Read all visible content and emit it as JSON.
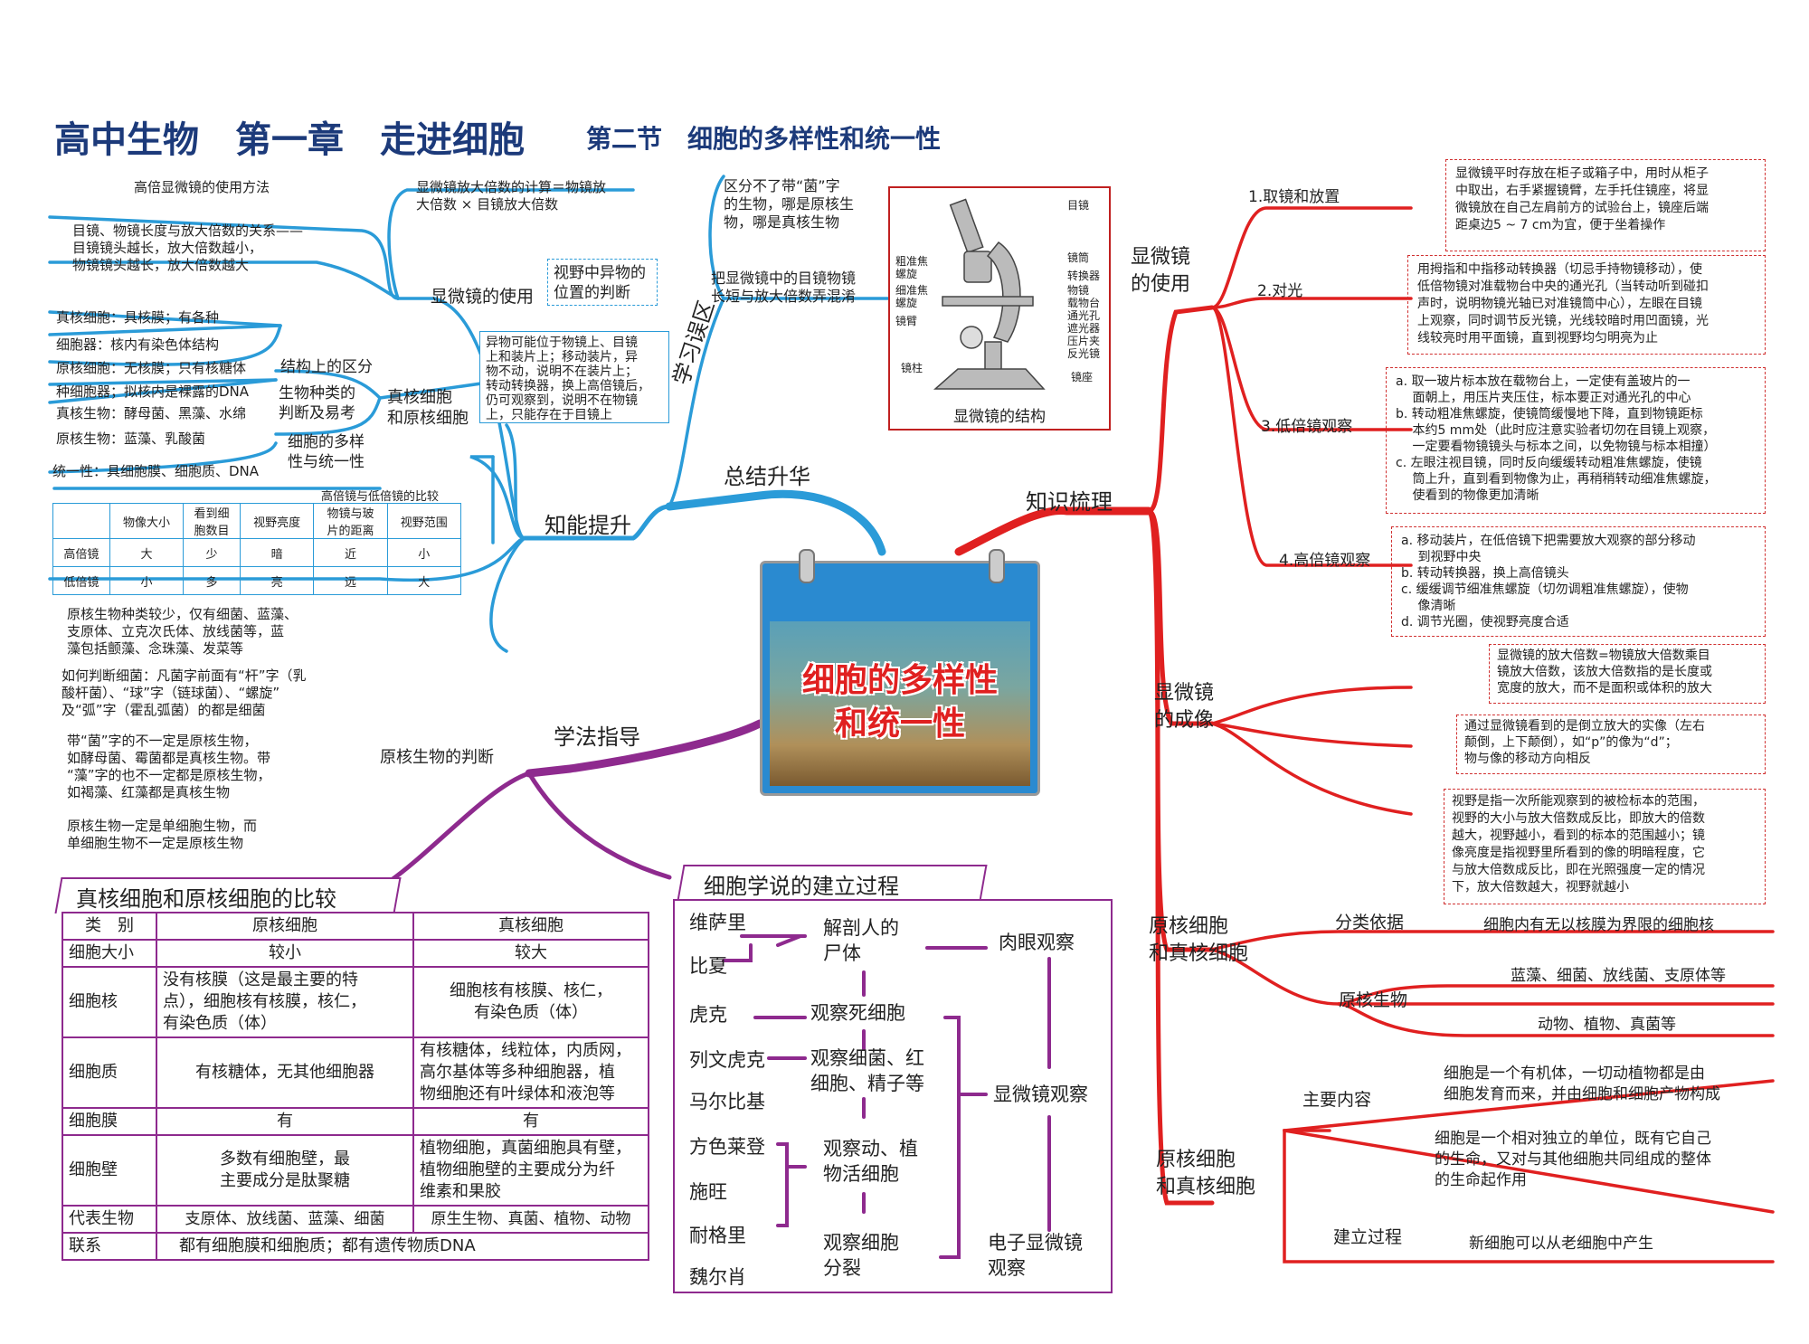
{
  "title": {
    "main": "高中生物　第一章　走进细胞",
    "sub": "第二节　细胞的多样性和统一性"
  },
  "center": {
    "line1": "细胞的多样性",
    "line2": "和统一性"
  },
  "colors": {
    "blue": "#2a9bd8",
    "red": "#e02020",
    "purple": "#8e2a8e",
    "title": "#1c3a7a"
  },
  "branches": {
    "zhineng": "知能提升",
    "zongjie": "总结升华",
    "zhishi": "知识梳理",
    "xuefa": "学法指导",
    "wuqu": "学习误区"
  },
  "zhineng": {
    "usage_method": "高倍显微镜的使用方法",
    "calc": "显微镜放大倍数的计算＝物镜放\n大倍数 × 目镜放大倍数",
    "relation": "目镜、物镜长度与放大倍数的关系——\n目镜镜头越长，放大倍数越小，\n物镜镜头越长，放大倍数越大",
    "scope_use": "显微镜的使用",
    "foreign_label": "视野中异物的\n位置的判断",
    "foreign_text": "异物可能位于物镜上、目镜\n上和装片上；移动装片，异\n物不动，说明不在装片上；\n转动转换器，换上高倍镜后，\n仍可观察到，说明不在物镜\n上，只能存在于目镜上",
    "items": [
      "真核细胞：具核膜；有各种",
      "细胞器：核内有染色体结构",
      "原核细胞：无核膜；只有核糖体",
      "种细胞器；拟核内是裸露的DNA",
      "真核生物：酵母菌、黑藻、水绵",
      "原核生物：蓝藻、乳酸菌",
      "统一性：具细胞膜、细胞质、DNA"
    ],
    "struct_diff": "结构上的区分",
    "species_diff": "生物种类的\n判断及易考",
    "diversity": "细胞的多样\n性与统一性",
    "euk_pro": "真核细胞\n和原核细胞",
    "table_title": "高倍镜与低倍镜的比较",
    "table_header": [
      "",
      "物像大小",
      "看到细\n胞数目",
      "视野亮度",
      "物镜与玻\n片的距离",
      "视野范围"
    ],
    "table_rows": [
      [
        "高倍镜",
        "大",
        "少",
        "暗",
        "近",
        "小"
      ],
      [
        "低倍镜",
        "小",
        "多",
        "亮",
        "远",
        "大"
      ]
    ]
  },
  "xuefa": {
    "t1": "原核生物种类较少，仅有细菌、蓝藻、\n支原体、立克次氏体、放线菌等，蓝\n藻包括颤藻、念珠藻、发菜等",
    "t2": "如何判断细菌：凡菌字前面有“杆”字（乳\n酸杆菌）、“球”字（链球菌）、“螺旋”\n及“弧”字（霍乱弧菌）的都是细菌",
    "t3": "带“菌”字的不一定是原核生物，\n如酵母菌、霉菌都是真核生物。带\n“藻”字的也不一定都是原核生物，\n如褐藻、红藻都是真核生物",
    "t4": "原核生物一定是单细胞生物，而\n单细胞生物不一定是原核生物",
    "judge": "原核生物的判断"
  },
  "wuqu": {
    "t1": "区分不了带“菌”字\n的生物，哪是原核生\n物，哪是真核生物",
    "t2": "把显微镜中的目镜物镜\n长短与放大倍数弄混淆"
  },
  "microscope": {
    "caption": "显微镜的结构",
    "labels": [
      "目镜",
      "镜筒",
      "转换器",
      "物镜",
      "载物台",
      "通光孔",
      "遮光器",
      "压片夹",
      "反光镜",
      "镜座",
      "粗准焦\n螺旋",
      "细准焦\n螺旋",
      "镜臂",
      "镜柱"
    ]
  },
  "zhishi": {
    "scope_use": "显微镜\n的使用",
    "steps": [
      {
        "label": "1.取镜和放置",
        "text": "显微镜平时存放在柜子或箱子中，用时从柜子\n中取出，右手紧握镜臂，左手托住镜座，将显\n微镜放在自己左肩前方的试验台上，镜座后端\n距桌边5 ~ 7 cm为宜，便于坐着操作"
      },
      {
        "label": "2.对光",
        "text": "用拇指和中指移动转换器（切忌手持物镜移动），使\n低倍物镜对准载物台中央的通光孔（当转动听到碰扣\n声时，说明物镜光轴已对准镜筒中心），左眼在目镜\n上观察，同时调节反光镜，光线较暗时用凹面镜，光\n线较亮时用平面镜，直到视野均匀明亮为止"
      },
      {
        "label": "3.低倍镜观察",
        "text": "a. 取一玻片标本放在载物台上，一定使有盖玻片的一\n　 面朝上，用压片夹压住，标本要正对通光孔的中心\nb. 转动粗准焦螺旋，使镜筒缓慢地下降，直到物镜距标\n　 本约5 mm处（此时应注意实验者切勿在目镜上观察，\n　 一定要看物镜镜头与标本之间，以免物镜与标本相撞）\nc. 左眼注视目镜，同时反向缓缓转动粗准焦螺旋，使镜\n　 筒上升，直到看到物像为止，再稍稍转动细准焦螺旋，\n　 使看到的物像更加清晰"
      },
      {
        "label": "4.高倍镜观察",
        "text": "a. 移动装片，在低倍镜下把需要放大观察的部分移动\n　 到视野中央\nb. 转动转换器，换上高倍镜头\nc. 缓缓调节细准焦螺旋（切勿调粗准焦螺旋），使物\n　 像清晰\nd. 调节光圈，使视野亮度合适"
      }
    ],
    "imaging": "显微镜\n的成像",
    "img_texts": [
      "显微镜的放大倍数=物镜放大倍数乘目\n镜放大倍数，该放大倍数指的是长度或\n宽度的放大，而不是面积或体积的放大",
      "通过显微镜看到的是倒立放大的实像（左右\n颠倒，上下颠倒），如“p”的像为“d”；\n物与像的移动方向相反",
      "视野是指一次所能观察到的被检标本的范围，\n视野的大小与放大倍数成反比，即放大的倍数\n越大，视野越小，看到的标本的范围越小；镜\n像亮度是指视野里所看到的像的明暗程度，它\n与放大倍数成反比，即在光照强度一定的情况\n下，放大倍数越大，视野就越小"
    ],
    "euk_pro": "原核细胞\n和真核细胞",
    "basis_label": "分类依据",
    "basis_text": "细胞内有无以核膜为界限的细胞核",
    "pro_label": "原核生物",
    "pro_text1": "蓝藻、细菌、放线菌、支原体等",
    "pro_text2": "动物、植物、真菌等",
    "theory_node": "原核细胞\n和真核细胞",
    "main_label": "主要内容",
    "main_texts": [
      "细胞是一个有机体，一切动植物都是由\n细胞发育而来，并由细胞和细胞产物构成",
      "细胞是一个相对独立的单位，既有它自己\n的生命，又对与其他细胞共同组成的整体\n的生命起作用"
    ],
    "build_label": "建立过程",
    "build_text": "新细胞可以从老细胞中产生"
  },
  "comparison": {
    "title": "真核细胞和原核细胞的比较",
    "header": [
      "类　别",
      "原核细胞",
      "真核细胞"
    ],
    "rows": [
      [
        "细胞大小",
        "较小",
        "较大"
      ],
      [
        "细胞核",
        "没有核膜（这是最主要的特\n点），细胞核有核膜，核仁，\n有染色质（体）",
        "细胞核有核膜、核仁，\n有染色质（体）"
      ],
      [
        "细胞质",
        "有核糖体，无其他细胞器",
        "有核糖体，线粒体，内质网，\n高尔基体等多种细胞器，植\n物细胞还有叶绿体和液泡等"
      ],
      [
        "细胞膜",
        "有",
        "有"
      ],
      [
        "细胞壁",
        "多数有细胞壁，最\n主要成分是肽聚糖",
        "植物细胞，真菌细胞具有壁，\n植物细胞壁的主要成分为纤\n维素和果胶"
      ],
      [
        "代表生物",
        "支原体、放线菌、蓝藻、细菌",
        "原生生物、真菌、植物、动物"
      ],
      [
        "联系",
        "都有细胞膜和细胞质；都有遗传物质DNA",
        ""
      ]
    ]
  },
  "theory": {
    "title": "细胞学说的建立过程",
    "people": [
      "维萨里",
      "比夏",
      "虎克",
      "列文虎克",
      "马尔比基",
      "方色莱登",
      "施旺",
      "耐格里",
      "魏尔肖"
    ],
    "steps": [
      "解剖人的\n尸体",
      "观察死细胞",
      "观察细菌、红\n细胞、精子等",
      "观察动、植\n物活细胞",
      "观察细胞\n分裂"
    ],
    "levels": [
      "肉眼观察",
      "显微镜观察",
      "电子显微镜\n观察"
    ]
  }
}
